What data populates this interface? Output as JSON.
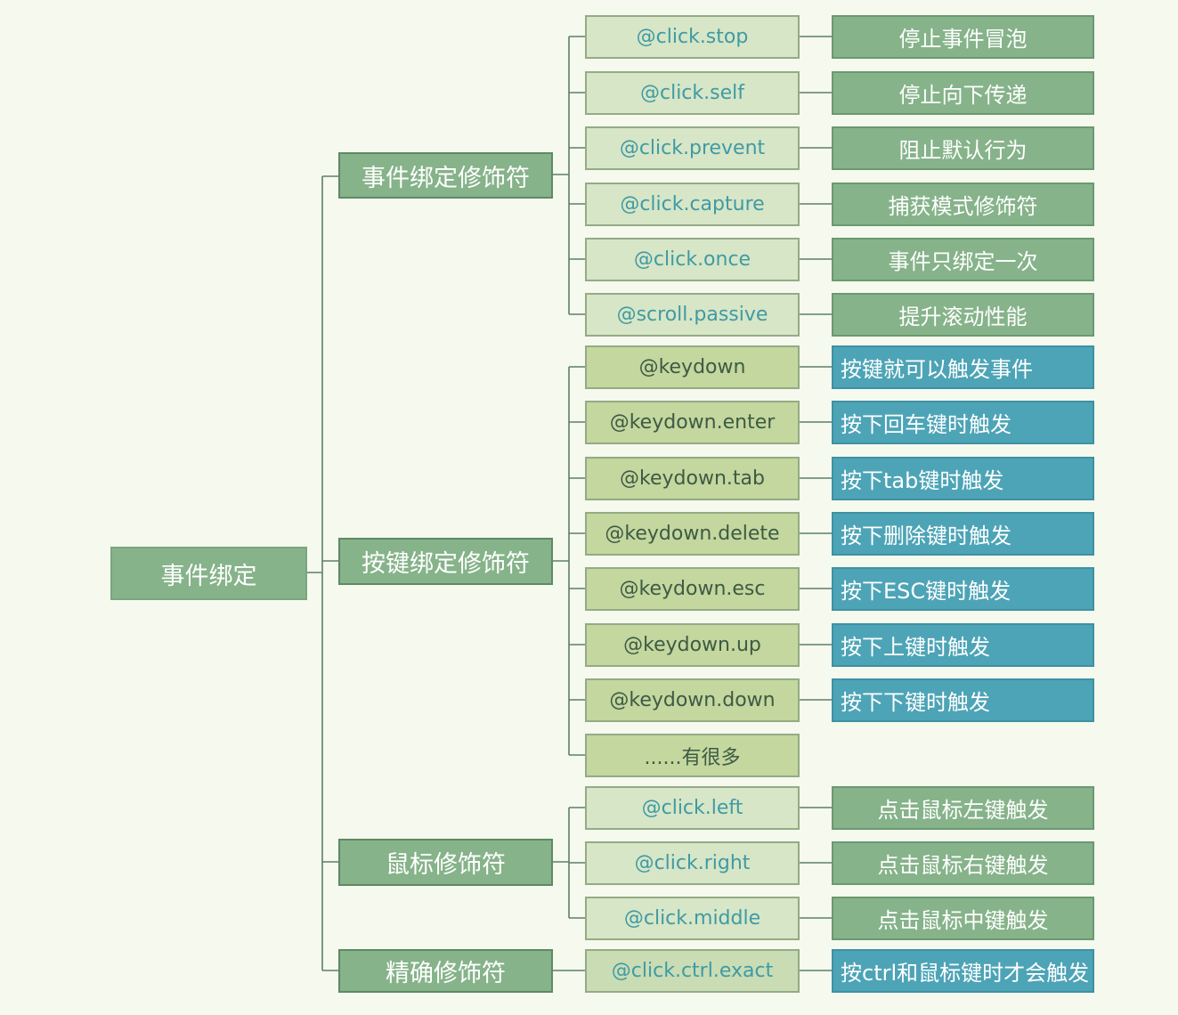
{
  "root": "事件绑定",
  "categories": {
    "event": {
      "label": "事件绑定修饰符",
      "items": [
        {
          "modifier": "@click.stop",
          "desc": "停止事件冒泡"
        },
        {
          "modifier": "@click.self",
          "desc": "停止向下传递"
        },
        {
          "modifier": "@click.prevent",
          "desc": "阻止默认行为"
        },
        {
          "modifier": "@click.capture",
          "desc": "捕获模式修饰符"
        },
        {
          "modifier": "@click.once",
          "desc": "事件只绑定一次"
        },
        {
          "modifier": "@scroll.passive",
          "desc": "提升滚动性能"
        }
      ]
    },
    "key": {
      "label": "按键绑定修饰符",
      "items": [
        {
          "modifier": "@keydown",
          "desc": "按键就可以触发事件"
        },
        {
          "modifier": "@keydown.enter",
          "desc": "按下回车键时触发"
        },
        {
          "modifier": "@keydown.tab",
          "desc": "按下tab键时触发"
        },
        {
          "modifier": "@keydown.delete",
          "desc": "按下删除键时触发"
        },
        {
          "modifier": "@keydown.esc",
          "desc": "按下ESC键时触发"
        },
        {
          "modifier": "@keydown.up",
          "desc": "按下上键时触发"
        },
        {
          "modifier": "@keydown.down",
          "desc": "按下下键时触发"
        },
        {
          "modifier": "......有很多",
          "desc": ""
        }
      ]
    },
    "mouse": {
      "label": "鼠标修饰符",
      "items": [
        {
          "modifier": "@click.left",
          "desc": "点击鼠标左键触发"
        },
        {
          "modifier": "@click.right",
          "desc": "点击鼠标右键触发"
        },
        {
          "modifier": "@click.middle",
          "desc": "点击鼠标中键触发"
        }
      ]
    },
    "exact": {
      "label": "精确修饰符",
      "items": [
        {
          "modifier": "@click.ctrl.exact",
          "desc": "按ctrl和鼠标键时才会触发"
        }
      ]
    }
  },
  "colors": {
    "node_green": "#86b38a",
    "modifier_light": "#d7e6c6",
    "modifier_key": "#c3d79e",
    "desc_blue": "#4da4b6",
    "modifier_text": "#3f9aa5",
    "line": "#5f7f68"
  }
}
